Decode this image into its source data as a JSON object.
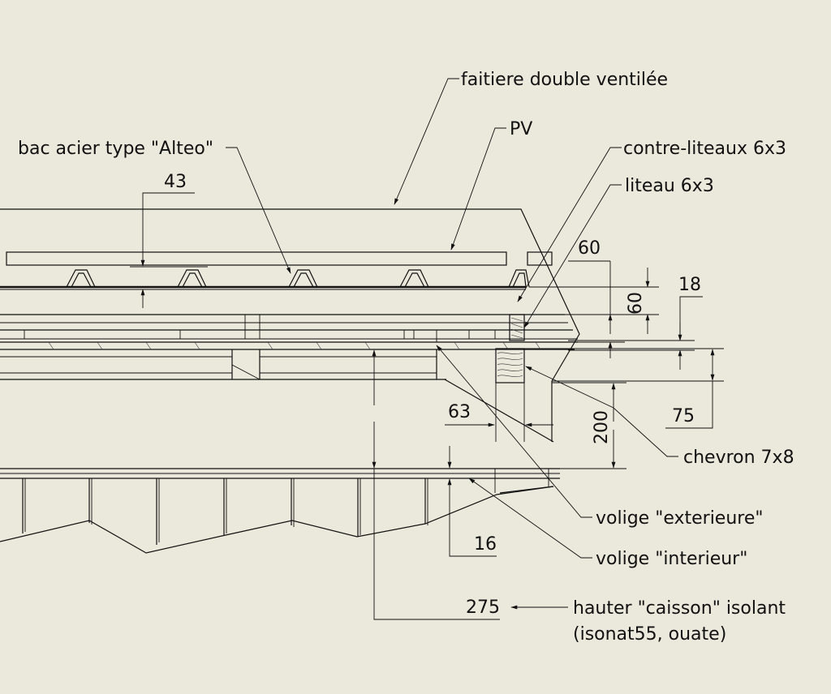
{
  "labels": {
    "faitiere": "faitiere double ventilée",
    "pv": "PV",
    "bac_acier": "bac acier type \"Alteo\"",
    "contre_liteaux": "contre-liteaux 6x3",
    "liteau": "liteau 6x3",
    "chevron": "chevron 7x8",
    "volige_ext": "volige \"exterieure\"",
    "volige_int": "volige \"interieur\"",
    "caisson_line1": "hauter \"caisson\" isolant",
    "caisson_line2": "(isonat55, ouate)"
  },
  "dimensions": {
    "d43": "43",
    "d60_top": "60",
    "d60_vert": "60",
    "d18": "18",
    "d75": "75",
    "d63": "63",
    "d200": "200",
    "d16": "16",
    "d275": "275"
  }
}
